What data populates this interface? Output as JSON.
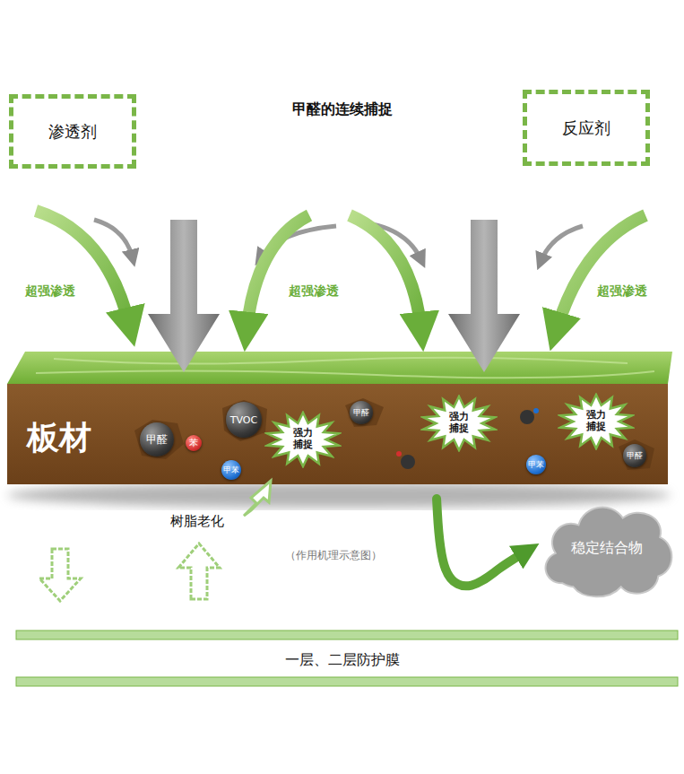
{
  "diagram": {
    "title": "甲醛的连续捕捉",
    "caption": "（作用机理示意图）",
    "nodes": [
      {
        "text": [
          "渗透剂"
        ]
      },
      {
        "text": [
          "反应剂"
        ]
      },
      {
        "text": [
          "板材"
        ]
      },
      {
        "text": [
          "甲醛"
        ],
        "in": 2
      },
      {
        "text": [
          "苯"
        ],
        "in": 2
      },
      {
        "text": [
          "TVOC"
        ],
        "in": 2
      },
      {
        "text": [
          "甲苯"
        ],
        "in": 2
      },
      {
        "text": [
          "强力 捕捉"
        ],
        "in": 2
      },
      {
        "text": [
          "甲醛"
        ],
        "in": 2
      },
      {
        "text": [
          "强力 捕捉"
        ],
        "in": 2
      },
      {
        "text": [
          "甲苯"
        ],
        "in": 2
      },
      {
        "text": [
          "强力 捕捉"
        ],
        "in": 2
      },
      {
        "text": [
          "甲醛"
        ],
        "in": 2
      },
      {
        "text": [
          "稳定结合物"
        ]
      }
    ],
    "edges": [
      {
        "from": 2,
        "to": 13,
        "arrow": "to"
      }
    ],
    "labels": [
      "超强渗透",
      "超强渗透",
      "超强渗透",
      "树脂老化",
      "一层、二层防护膜"
    ]
  }
}
